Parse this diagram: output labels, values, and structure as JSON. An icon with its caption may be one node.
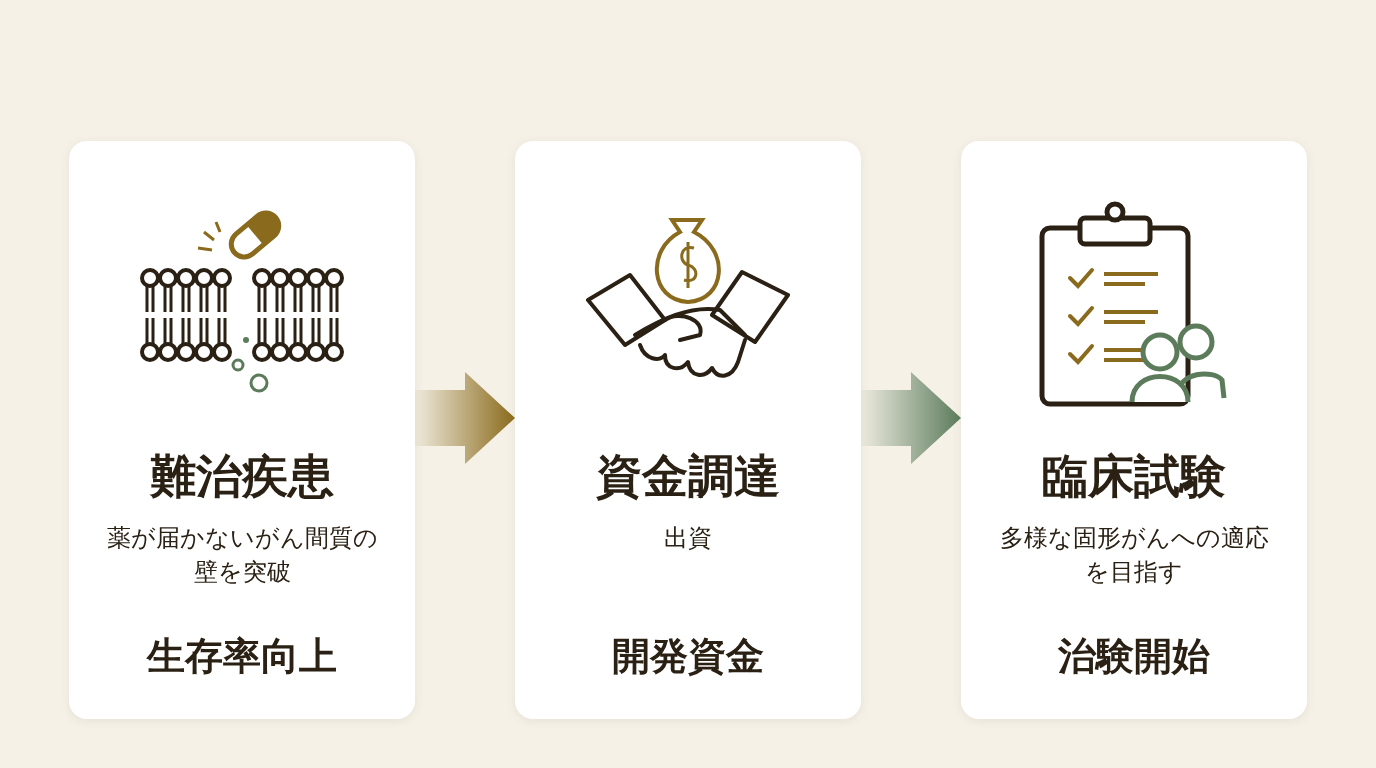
{
  "diagram": {
    "nodes": [
      {
        "text": [
          "難治疾患",
          "薬が届かないがん間質の壁を突破",
          "生存率向上"
        ]
      },
      {
        "text": [
          "資金調達",
          "出資",
          "開発資金"
        ]
      },
      {
        "text": [
          "臨床試験",
          "多様な固形がんへの適応を目指す",
          "治験開始"
        ]
      }
    ],
    "edges": [
      {
        "from": 0,
        "to": 1,
        "arrow": "to",
        "style": "thick",
        "color": "#8a6a1c"
      },
      {
        "from": 1,
        "to": 2,
        "arrow": "to",
        "style": "thick",
        "color": "#5b7b5b"
      }
    ]
  }
}
